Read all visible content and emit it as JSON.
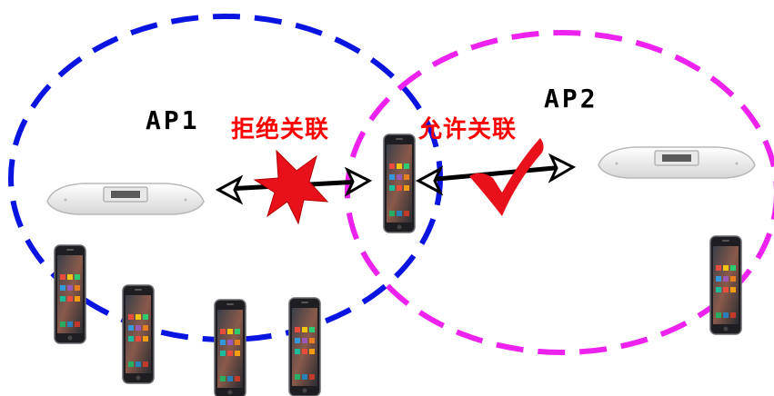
{
  "access_points": [
    {
      "id": "ap1",
      "label": "AP1"
    },
    {
      "id": "ap2",
      "label": "AP2"
    }
  ],
  "links": {
    "reject_label": "拒绝关联",
    "allow_label": "允许关联"
  },
  "colors": {
    "ap1_circle": "#0a14e0",
    "ap2_circle": "#ee22ee",
    "reject_mark": "#e8101a",
    "allow_mark": "#e8101a",
    "label_red": "#ff0000"
  },
  "icons": {
    "access_point": "ceiling-access-point-icon",
    "phone": "smartphone-icon",
    "reject": "burst-cross-icon",
    "allow": "check-mark-icon"
  }
}
